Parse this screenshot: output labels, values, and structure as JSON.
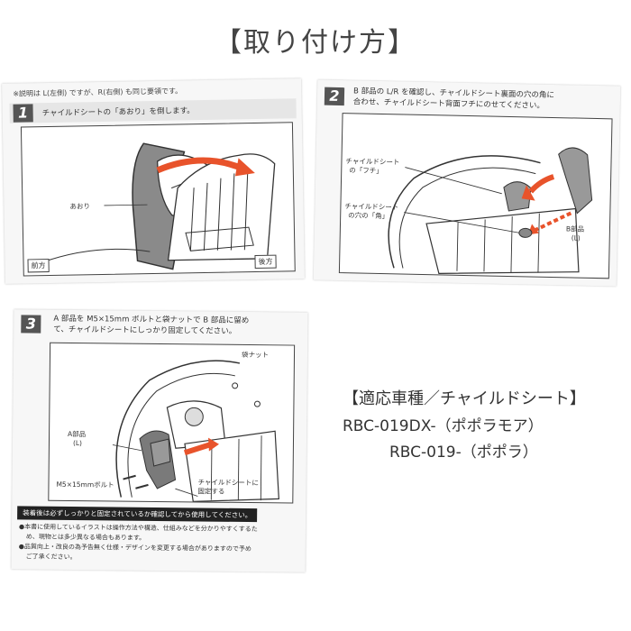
{
  "title": "【取り付け方】",
  "card1": {
    "note": "※説明は L(左側) ですが、R(右側) も同じ要領です。",
    "step_number": "1",
    "step_text": "チャイルドシートの「あおり」を倒します。",
    "label_aori": "あおり",
    "label_front": "前方",
    "label_rear": "後方"
  },
  "card2": {
    "step_number": "2",
    "step_text_line1": "B 部品の L/R を確認し、チャイルドシート裏面の穴の角に",
    "step_text_line2": "合わせ、チャイルドシート背面フチにのせてください。",
    "label_fuchi_1": "チャイルドシート",
    "label_fuchi_2": "の「フチ」",
    "label_kado_1": "チャイルドシート",
    "label_kado_2": "の穴の「角」",
    "label_b_1": "B部品",
    "label_b_2": "(L)"
  },
  "card3": {
    "step_number": "3",
    "step_text_line1": "A 部品を M5×15mm ボルトと袋ナットで B 部品に留め",
    "step_text_line2": "て、チャイルドシートにしっかり固定してください。",
    "label_nut": "袋ナット",
    "label_a_1": "A部品",
    "label_a_2": "(L)",
    "label_bolt": "M5×15mmボルト",
    "label_fix_1": "チャイルドシートに",
    "label_fix_2": "固定する",
    "warning": "装着後は必ずしっかりと固定されているか確認してから使用してください。",
    "fine_1": "●本書に使用しているイラストは操作方法や構造、仕組みなどを分かりやすくするた",
    "fine_2": "め、現物とは多少異なる場合もあります。",
    "fine_3": "●品質向上・改良の為予告無く仕様・デザインを変更する場合がありますので予め",
    "fine_4": "ご了承ください。"
  },
  "compat": {
    "heading": "【適応車種／チャイルドシート】",
    "model_1": "RBC-019DX-（ポポラモア）",
    "model_2": "RBC-019-（ポポラ）"
  },
  "colors": {
    "arrow_red": "#e8532b",
    "step_bg": "#555555",
    "warn_bg": "#222222"
  }
}
